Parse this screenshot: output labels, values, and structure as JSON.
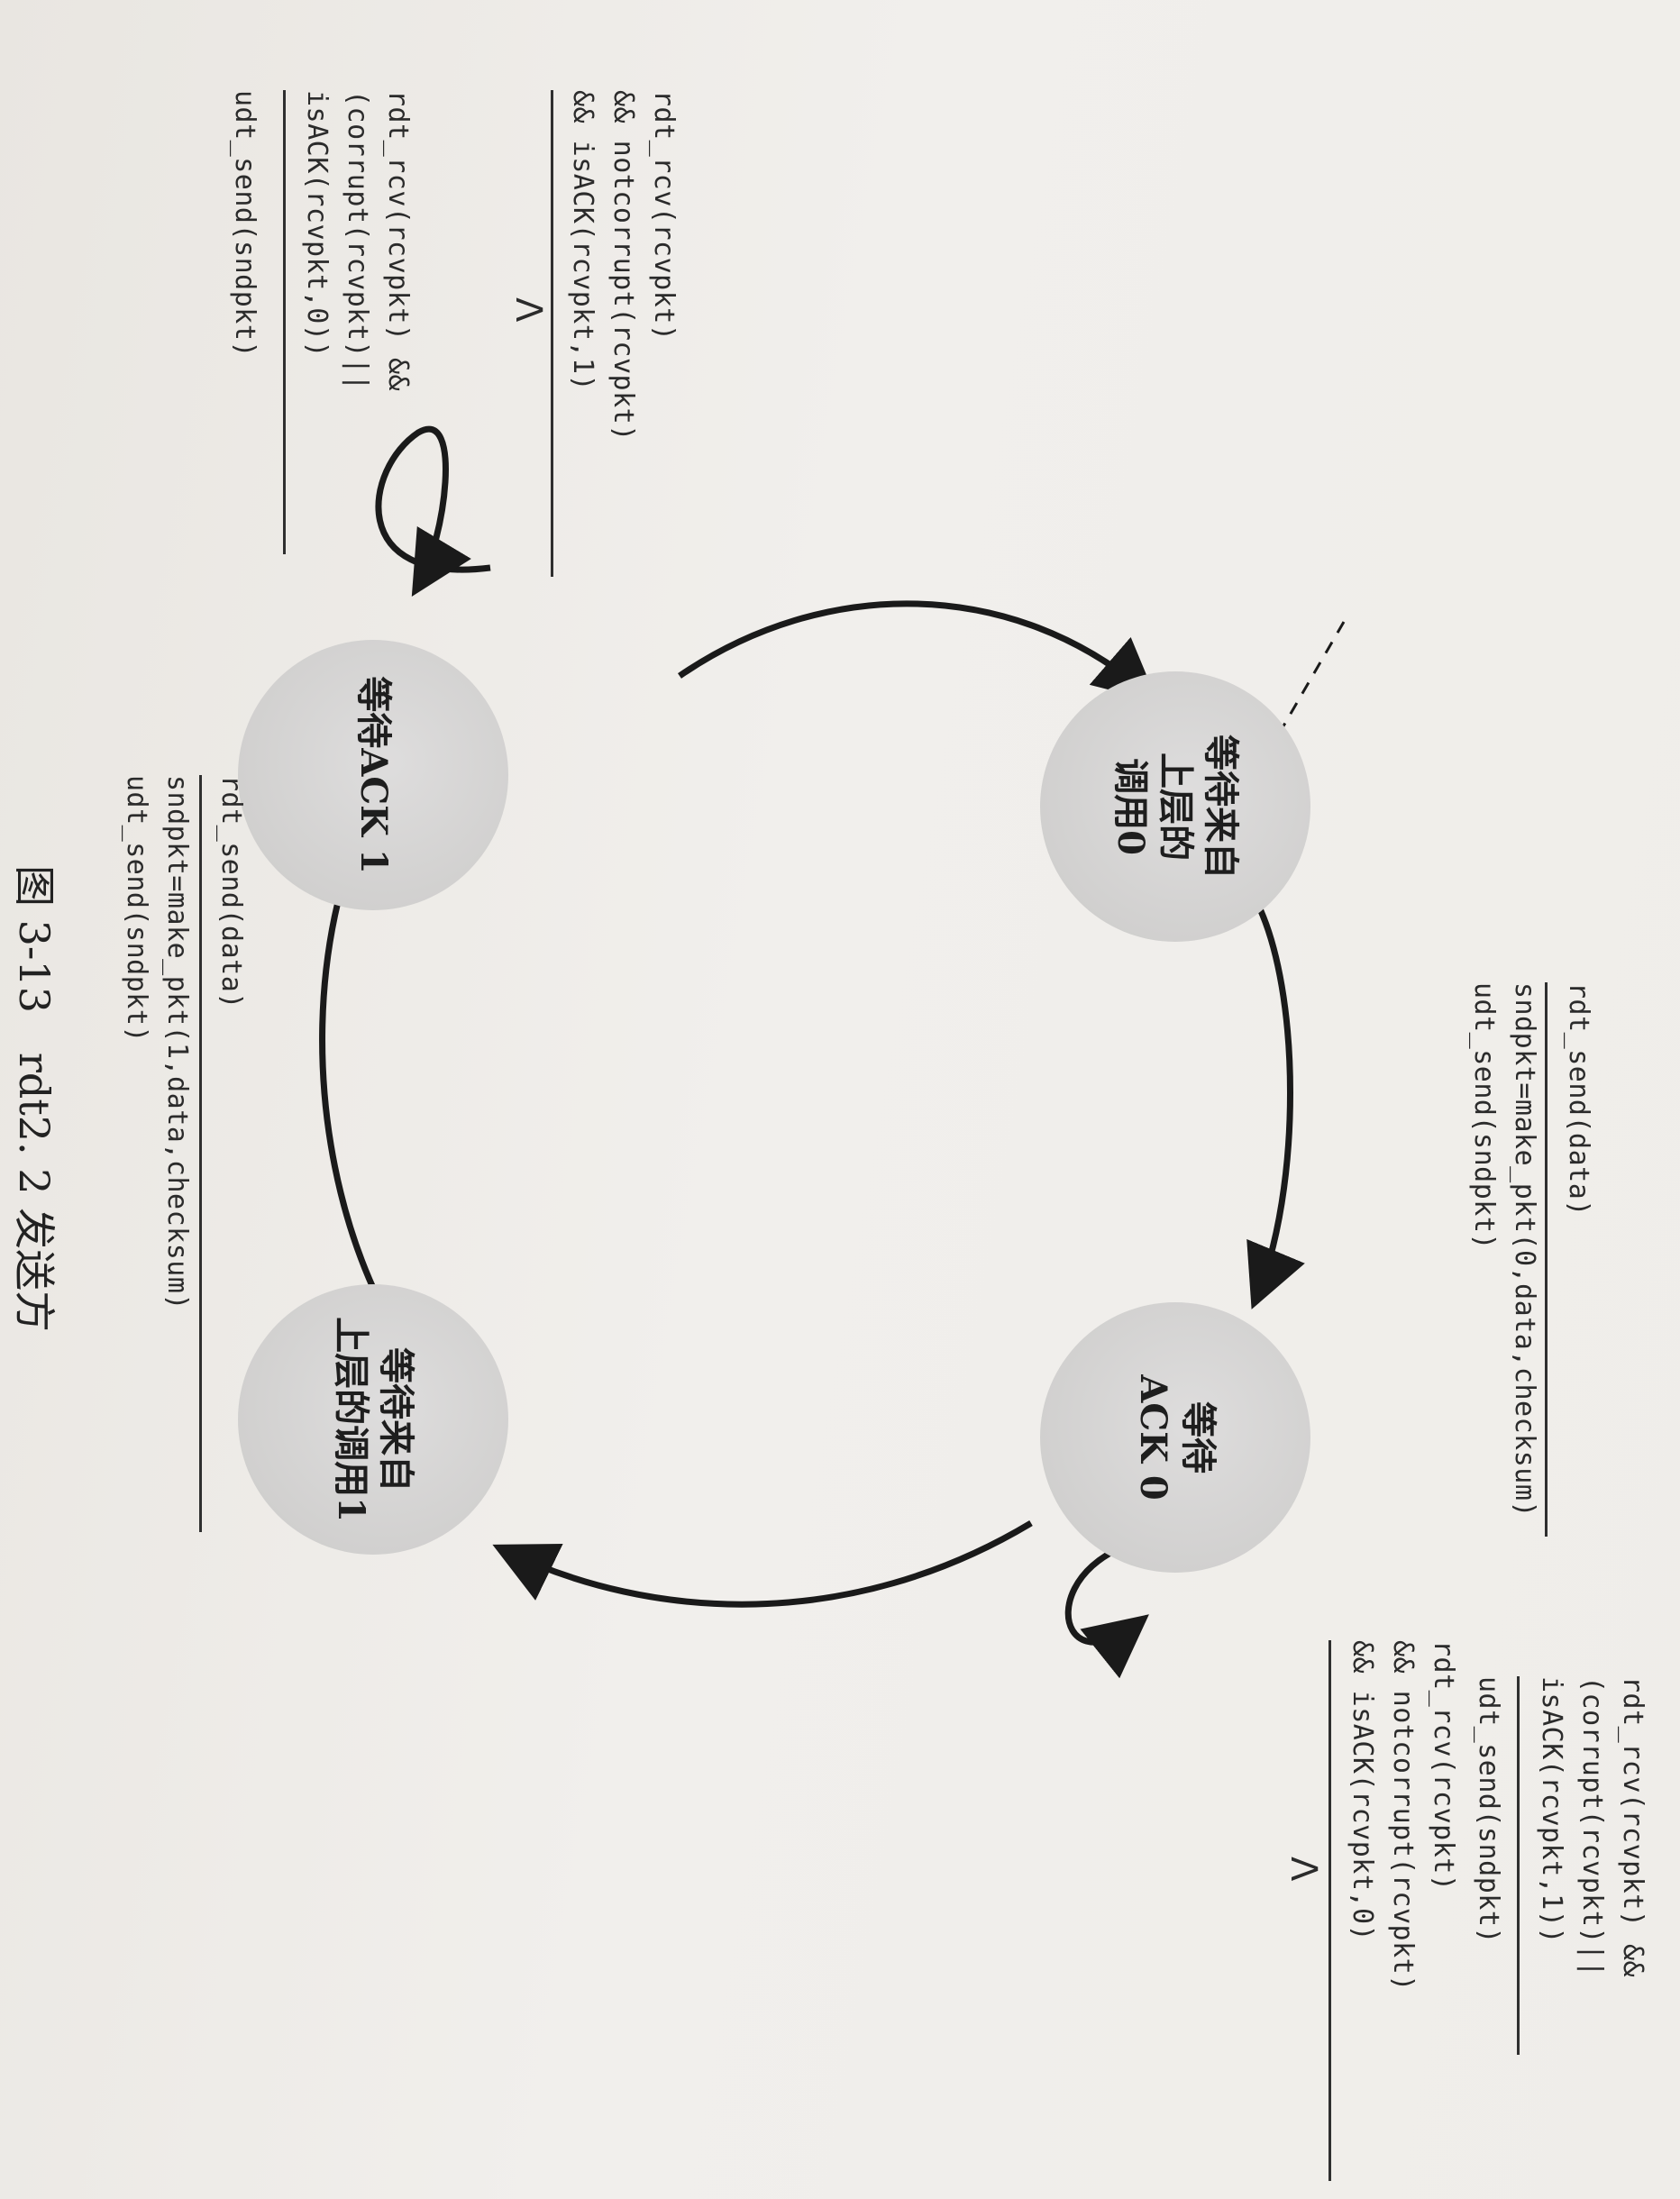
{
  "diagram": {
    "states": [
      {
        "id": "wait_call_0",
        "label": "等待来自\n上层的\n调用0"
      },
      {
        "id": "wait_ack_0",
        "label": "等待\nACK 0"
      },
      {
        "id": "wait_call_1",
        "label": "等待来自\n上层的调用1"
      },
      {
        "id": "wait_ack_1",
        "label": "等待ACK 1"
      }
    ],
    "transitions": [
      {
        "id": "t_call0_to_ack0",
        "event": "rdt_send(data)",
        "actions": [
          "sndpkt=make_pkt(0,data,checksum)",
          "udt_send(sndpkt)"
        ]
      },
      {
        "id": "t_ack0_self",
        "event": [
          "rdt_rcv(rcvpkt) &&",
          "(corrupt(rcvpkt)||",
          "isACK(rcvpkt,1))"
        ],
        "actions": [
          "udt_send(sndpkt)"
        ]
      },
      {
        "id": "t_ack0_to_call1",
        "event": [
          "rdt_rcv(rcvpkt)",
          "&& notcorrupt(rcvpkt)",
          "&& isACK(rcvpkt,0)"
        ],
        "actions": [
          "Λ"
        ]
      },
      {
        "id": "t_call1_to_ack1",
        "event": "rdt_send(data)",
        "actions": [
          "sndpkt=make_pkt(1,data,checksum)",
          "udt_send(sndpkt)"
        ]
      },
      {
        "id": "t_ack1_self",
        "event": [
          "rdt_rcv(rcvpkt) &&",
          "(corrupt(rcvpkt)||",
          "isACK(rcvpkt,0))"
        ],
        "actions": [
          "udt_send(sndpkt)"
        ]
      },
      {
        "id": "t_ack1_to_call0",
        "event": [
          "rdt_rcv(rcvpkt)",
          "&& notcorrupt(rcvpkt)",
          "&& isACK(rcvpkt,1)"
        ],
        "actions": [
          "Λ"
        ]
      }
    ],
    "caption": "图 3-13   rdt2. 2 发送方"
  }
}
